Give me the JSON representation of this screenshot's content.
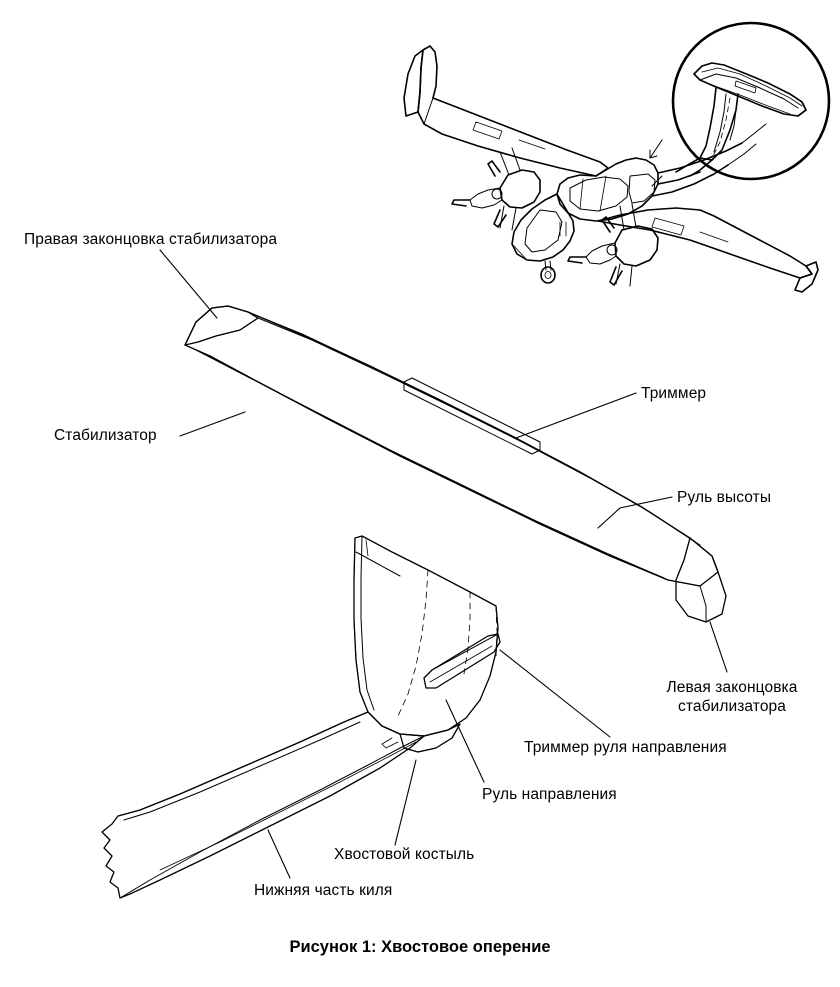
{
  "figure": {
    "caption": "Рисунок 1: Хвостовое оперение",
    "subject": "Хвостовое оперение самолёта",
    "background_color": "#ffffff",
    "line_color": "#000000"
  },
  "labels": {
    "right_stabilizer_tip": "Правая законцовка стабилизатора",
    "stabilizer": "Стабилизатор",
    "trim_tab": "Триммер",
    "elevator": "Руль высоты",
    "left_stabilizer_tip_line1": "Левая законцовка",
    "left_stabilizer_tip_line2": "стабилизатора",
    "rudder_trim_tab": "Триммер руля направления",
    "rudder": "Руль направления",
    "tail_skid": "Хвостовой костыль",
    "lower_fin": "Нижняя часть киля"
  },
  "inset": {
    "name": "aircraft-overview-with-magnifier",
    "description": "Трёхчетвертной вид двухмоторного самолёта с увеличительным кругом на хвостовом оперении"
  }
}
